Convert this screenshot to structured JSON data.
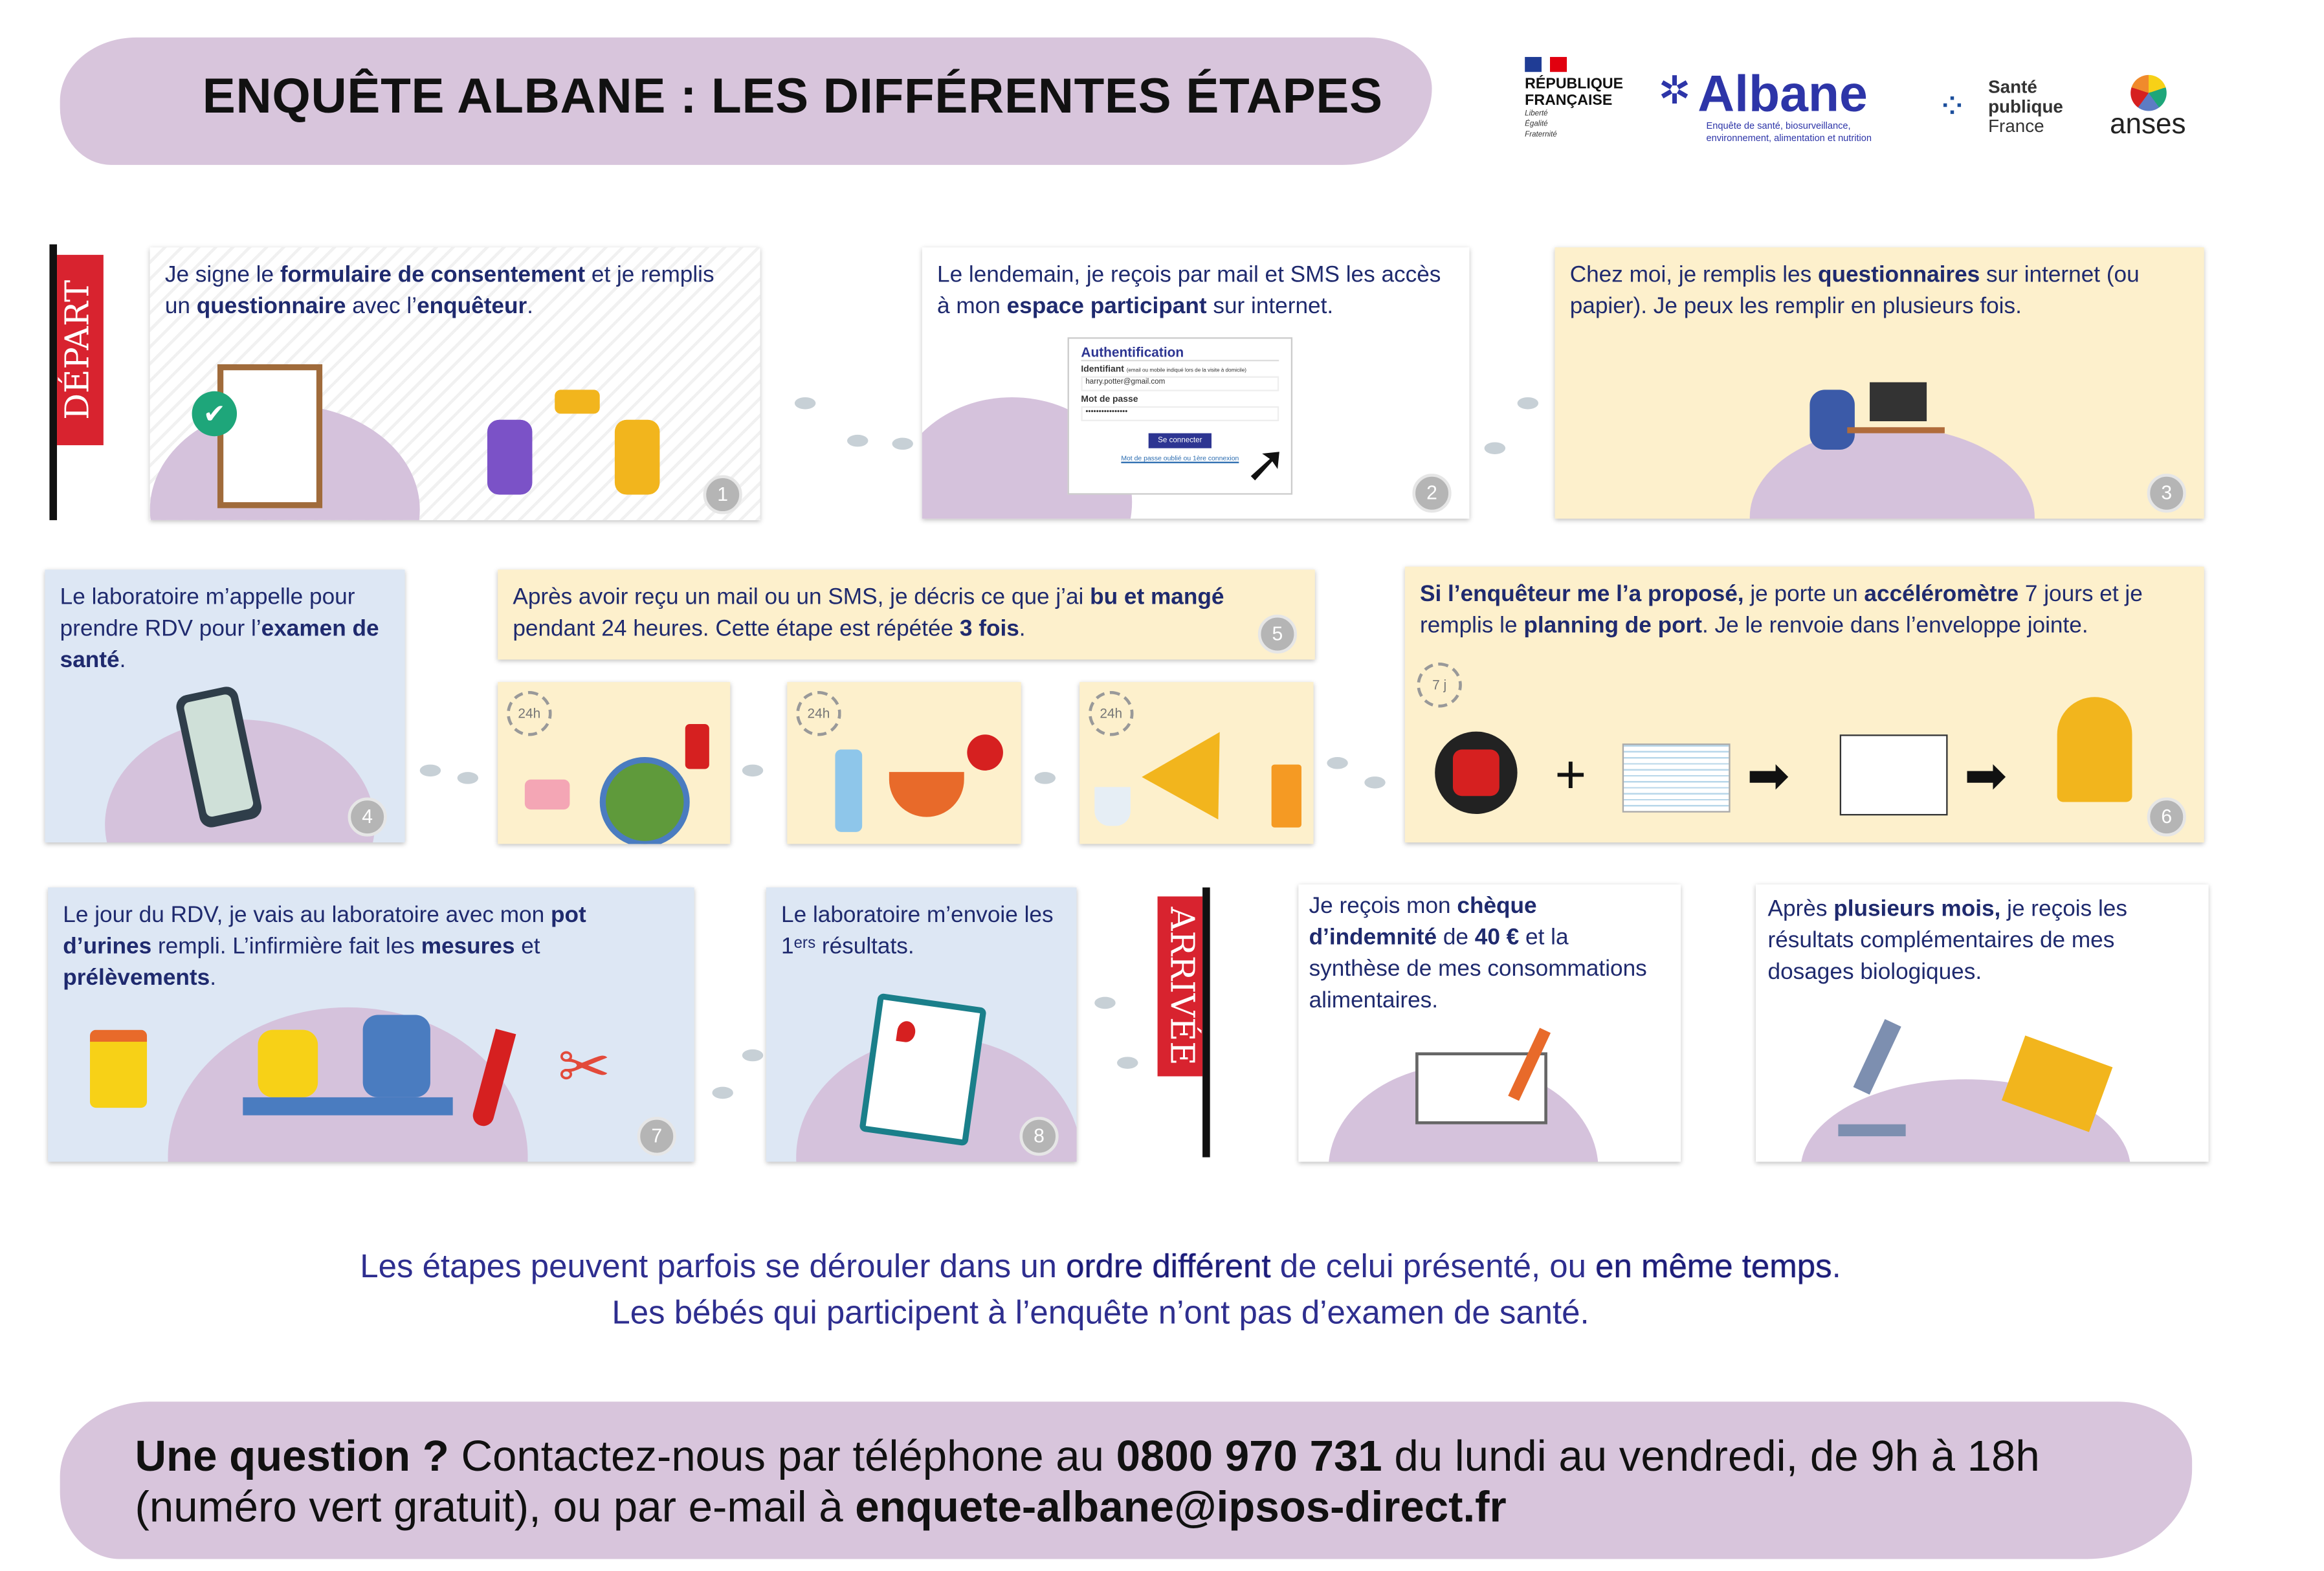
{
  "header": {
    "title": "ENQUÊTE ALBANE : LES DIFFÉRENTES ÉTAPES"
  },
  "logos": {
    "republique": {
      "line1": "RÉPUBLIQUE",
      "line2": "FRANÇAISE",
      "motto": "Liberté Égalité Fraternité"
    },
    "albane": {
      "name": "Albane",
      "tagline1": "Enquête de santé, biosurveillance,",
      "tagline2": "environnement, alimentation et nutrition"
    },
    "spf": {
      "line1": "Santé",
      "line2": "publique",
      "line3": "France"
    },
    "anses": {
      "name": "anses"
    }
  },
  "flags": {
    "start": "DÉPART",
    "end": "ARRIVÉE"
  },
  "steps": [
    {
      "num": "1",
      "segments": [
        {
          "t": "Je signe le "
        },
        {
          "t": "formulaire de consentement",
          "b": true
        },
        {
          "t": " et je remplis un "
        },
        {
          "t": "questionnaire",
          "b": true
        },
        {
          "t": " avec l’"
        },
        {
          "t": "enquêteur",
          "b": true
        },
        {
          "t": "."
        }
      ]
    },
    {
      "num": "2",
      "segments": [
        {
          "t": "Le lendemain, je reçois par mail et SMS les accès à mon "
        },
        {
          "t": "espace participant",
          "b": true
        },
        {
          "t": " sur internet."
        }
      ],
      "auth": {
        "title": "Authentification",
        "id_label": "Identifiant",
        "id_hint": "(email ou mobile indiqué lors de la visite à domicile)",
        "id_value": "harry.potter@gmail.com",
        "pw_label": "Mot de passe",
        "pw_value": "••••••••••••••••",
        "button": "Se connecter",
        "link": "Mot de passe oublié ou 1ère connexion"
      }
    },
    {
      "num": "3",
      "segments": [
        {
          "t": "Chez moi, je remplis les "
        },
        {
          "t": "questionnaires",
          "b": true
        },
        {
          "t": " sur internet (ou papier). Je peux les remplir en plusieurs fois."
        }
      ]
    },
    {
      "num": "4",
      "segments": [
        {
          "t": "Le laboratoire m’appelle pour prendre RDV pour l’"
        },
        {
          "t": "examen de santé",
          "b": true
        },
        {
          "t": "."
        }
      ]
    },
    {
      "num": "5",
      "segments": [
        {
          "t": "Après avoir reçu un mail ou un SMS, je décris ce que j’ai "
        },
        {
          "t": "bu et mangé",
          "b": true
        },
        {
          "t": " pendant 24 heures. Cette étape est répétée "
        },
        {
          "t": "3 fois",
          "b": true
        },
        {
          "t": "."
        }
      ],
      "clock": "24h"
    },
    {
      "num": "6",
      "segments": [
        {
          "t": "Si l’enquêteur me l’a proposé,",
          "b": true
        },
        {
          "t": " je porte un "
        },
        {
          "t": "accéléromètre",
          "b": true
        },
        {
          "t": " 7 jours et je remplis le "
        },
        {
          "t": "planning de port",
          "b": true
        },
        {
          "t": ". Je le renvoie dans l’enveloppe jointe."
        }
      ],
      "clock": "7 j"
    },
    {
      "num": "7",
      "segments": [
        {
          "t": "Le jour du RDV, je vais au laboratoire avec mon "
        },
        {
          "t": "pot d’urines",
          "b": true
        },
        {
          "t": " rempli. L’infirmière fait les "
        },
        {
          "t": "mesures",
          "b": true
        },
        {
          "t": " et "
        },
        {
          "t": "prélèvements",
          "b": true
        },
        {
          "t": "."
        }
      ]
    },
    {
      "num": "8",
      "segments": [
        {
          "t": "Le laboratoire m’envoie les 1ᵉʳˢ résultats."
        }
      ]
    }
  ],
  "after": [
    {
      "segments": [
        {
          "t": "Je reçois mon "
        },
        {
          "t": "chèque d’indemnité",
          "b": true
        },
        {
          "t": " de "
        },
        {
          "t": "40 €",
          "b": true
        },
        {
          "t": " et la synthèse de mes consommations alimentaires."
        }
      ]
    },
    {
      "segments": [
        {
          "t": "Après "
        },
        {
          "t": "plusieurs mois,",
          "b": true
        },
        {
          "t": " je reçois les résultats complémentaires de mes dosages biologiques."
        }
      ]
    }
  ],
  "footer": {
    "line1": [
      {
        "t": "Les étapes peuvent parfois se dérouler dans un "
      },
      {
        "t": "ordre différent",
        "b": true
      },
      {
        "t": " de celui présenté, ou "
      },
      {
        "t": "en même temps",
        "b": true
      },
      {
        "t": "."
      }
    ],
    "line2": [
      {
        "t": "Les bébés qui participent à l’enquête n’ont pas d’examen de santé."
      }
    ]
  },
  "contact": {
    "segments": [
      {
        "t": "Une question ?",
        "b": true
      },
      {
        "t": " Contactez-nous par téléphone au "
      },
      {
        "t": "0800 970 731",
        "b": true
      },
      {
        "t": " du lundi au vendredi, de 9h à 18h (numéro vert gratuit), ou par e-mail à "
      },
      {
        "t": "enquete-albane@ipsos-direct.fr",
        "b": true
      }
    ]
  },
  "colors": {
    "lavender": "#d8c5dc",
    "navy": "#1f2a6e",
    "yellow": "#fdf0cc",
    "blue": "#dde7f4",
    "red": "#d8232f"
  }
}
